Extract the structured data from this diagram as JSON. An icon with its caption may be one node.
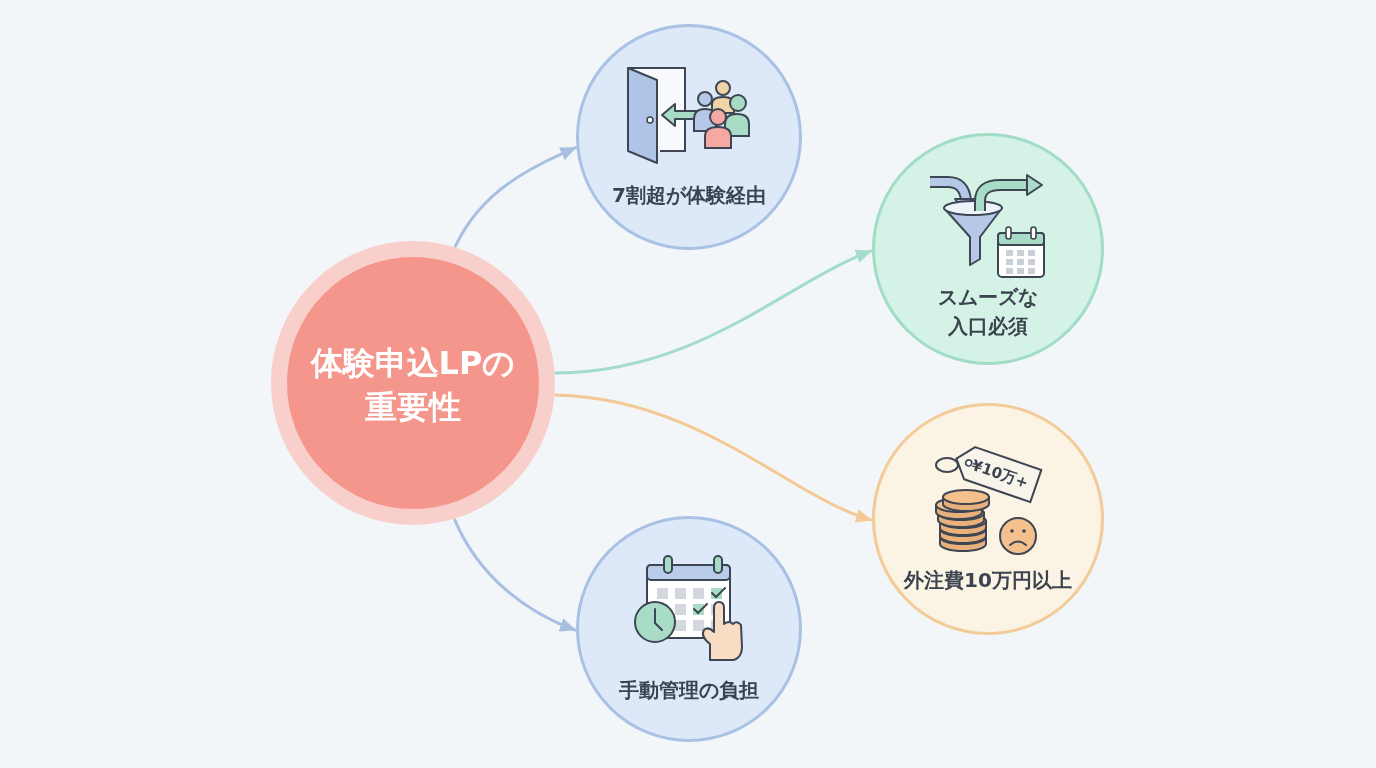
{
  "diagram": {
    "nodes": [
      {
        "text": [
          "体験申込LPの重要性"
        ]
      },
      {
        "text": [
          "7割超が体験経由"
        ]
      },
      {
        "text": [
          "スムーズな入口必須"
        ]
      },
      {
        "text": [
          "¥10万+",
          "外注費10万円以上"
        ]
      },
      {
        "text": [
          "手動管理の負担"
        ]
      }
    ],
    "edges": [
      {
        "from": 0,
        "to": 1,
        "arrow": "to"
      },
      {
        "from": 0,
        "to": 2,
        "arrow": "to",
        "color": "#a3dccb"
      },
      {
        "from": 0,
        "to": 3,
        "arrow": "to",
        "color": "#f4c893"
      },
      {
        "from": 0,
        "to": 4,
        "arrow": "to"
      }
    ]
  }
}
